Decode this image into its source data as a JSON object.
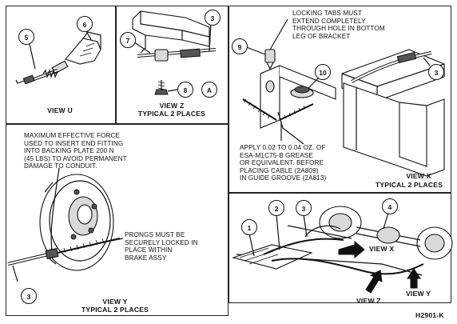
{
  "view_u": {
    "caption": "VIEW U",
    "callouts": [
      "5",
      "6"
    ]
  },
  "view_z": {
    "caption_line1": "VIEW Z",
    "caption_line2": "TYPICAL 2 PLACES",
    "callouts": [
      "7",
      "3",
      "8",
      "A"
    ]
  },
  "view_x": {
    "locking_note": "LOCKING TABS MUST\nEXTEND COMPLETELY\nTHROUGH HOLE IN BOTTOM\nLEG OF BRACKET",
    "grease_note": "APPLY 0.02 TO 0.04 OZ. OF\nESA-M1C75-B GREASE\nOR EQUIVALENT. BEFORE\nPLACING CABLE (2A809)\nIN GUIDE GROOVE (2A813)",
    "caption_line1": "VIEW X",
    "caption_line2": "TYPICAL 2 PLACES",
    "callouts": [
      "9",
      "10",
      "3"
    ]
  },
  "view_y": {
    "force_note": "MAXIMUM EFFECTIVE FORCE\nUSED TO INSERT END FITTING\nINTO BACKING PLATE 200 N\n(45 LBS) TO AVOID PERMANENT\nDAMAGE TO CONDUIT.",
    "prongs_note": "PRONGS MUST BE\nSECURELY LOCKED IN\nPLACE WITHIN\nBRAKE ASSY",
    "caption_line1": "VIEW Y",
    "caption_line2": "TYPICAL 2 PLACES",
    "callouts": [
      "3"
    ]
  },
  "overview": {
    "callouts": [
      "1",
      "2",
      "3",
      "4"
    ],
    "pointer_x": "VIEW X",
    "pointer_z": "VIEW Z",
    "pointer_y": "VIEW Y"
  },
  "figure_id": "H2901-K"
}
